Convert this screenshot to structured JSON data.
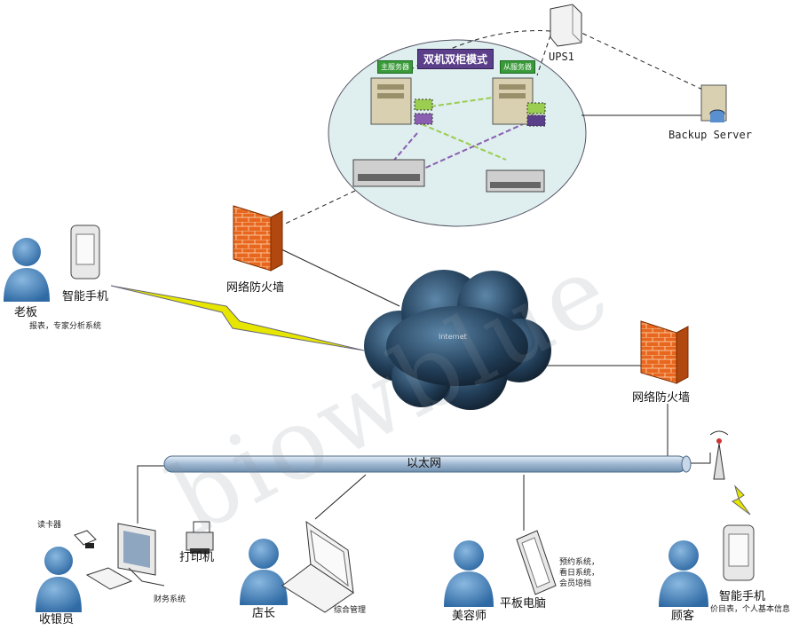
{
  "cluster": {
    "mode_title": "双机双柜模式",
    "primary_tag": "主服务器",
    "secondary_tag": "从服务器"
  },
  "nodes": {
    "ups": "UPS1",
    "backup": "Backup Server",
    "firewall_top": "网络防火墙",
    "firewall_right": "网络防火墙",
    "internet": "Internet",
    "ethernet": "以太网",
    "boss": "老板",
    "boss_phone": "智能手机",
    "boss_note": "报表，专家分析系统",
    "card_reader": "读卡器",
    "printer": "打印机",
    "cashier": "收银员",
    "finance": "财务系统",
    "manager": "店长",
    "manager_note": "综合管理",
    "beautician": "美容师",
    "tablet": "平板电脑",
    "tablet_note_1": "预约系统，",
    "tablet_note_2": "看日系统，",
    "tablet_note_3": "会员培档",
    "customer": "顾客",
    "customer_phone": "智能手机",
    "customer_note": "价目表，个人基本信息"
  },
  "watermark": "biowblue",
  "colors": {
    "cluster_fill": "#dfeeee",
    "firewall": "#e8661e",
    "cloud": "#1f3a52",
    "pipe": "#b8cde0",
    "person": "#4e88c0"
  }
}
